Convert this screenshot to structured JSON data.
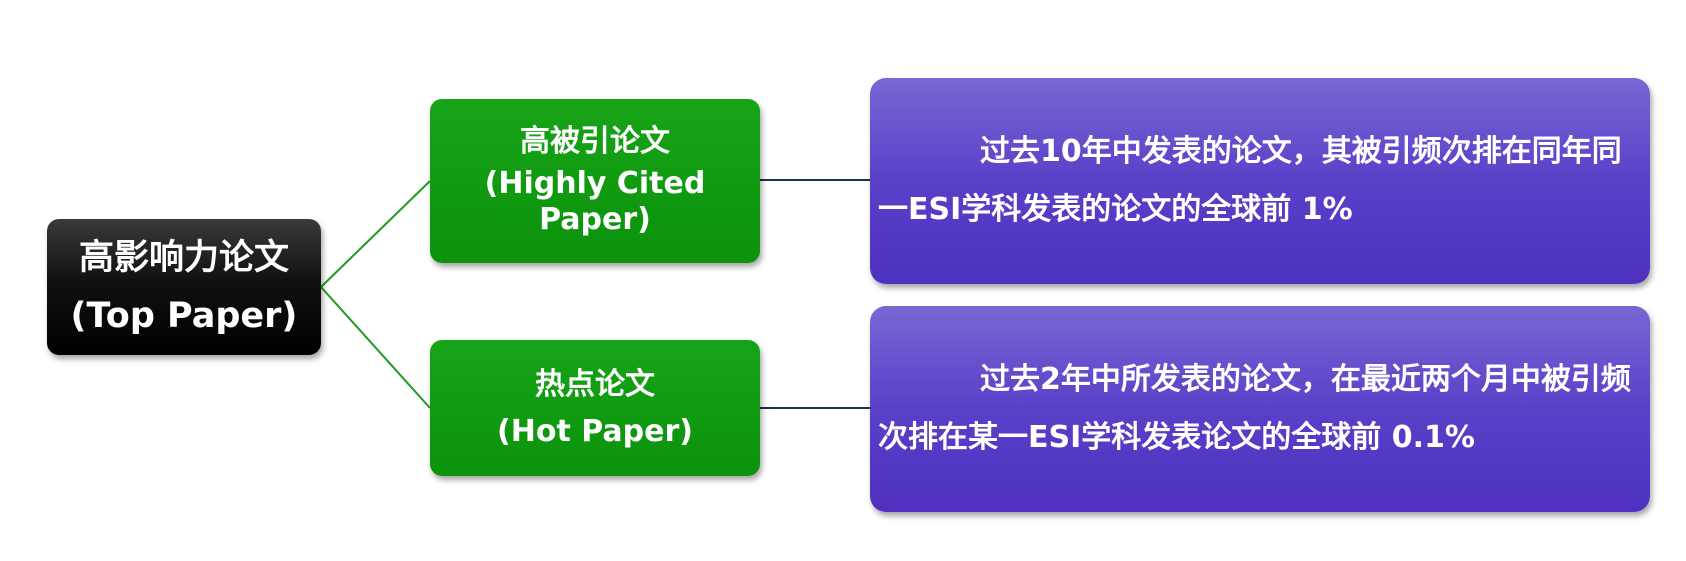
{
  "colors": {
    "root_bg": "#000000",
    "mid_bg": "#109810",
    "desc_bg": "#5a40c8",
    "connector_green": "#1f9a1f",
    "connector_navy": "#1e2f5a",
    "text": "#ffffff"
  },
  "root": {
    "title_zh": "高影响力论文",
    "title_en": "(Top Paper)"
  },
  "branches": [
    {
      "label_zh": "高被引论文",
      "label_en": "(Highly Cited Paper)",
      "description": "过去10年中发表的论文，其被引频次排在同年同一ESI学科发表的论文的全球前 1%"
    },
    {
      "label_zh": "热点论文",
      "label_en": "(Hot Paper)",
      "description": "过去2年中所发表的论文，在最近两个月中被引频次排在某一ESI学科发表论文的全球前 0.1%"
    }
  ]
}
